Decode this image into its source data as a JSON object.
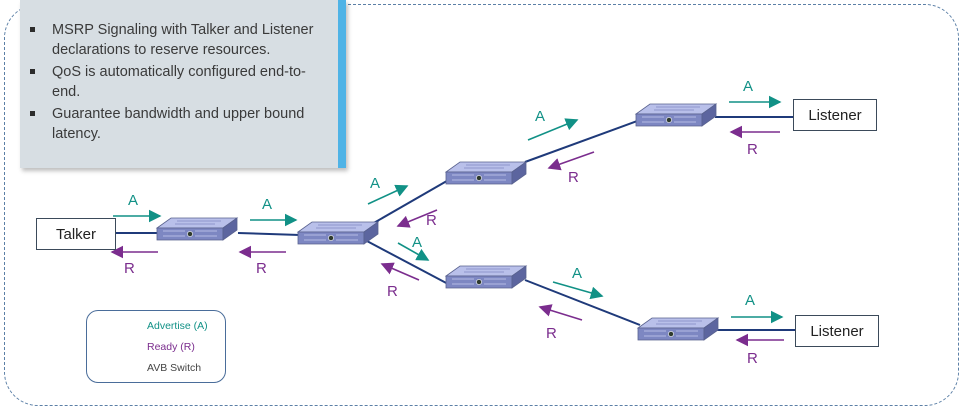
{
  "callout": {
    "bullets": [
      "MSRP Signaling with Talker and Listener declarations to reserve resources.",
      "QoS is automatically configured end-to-end.",
      "Guarantee bandwidth and upper bound latency."
    ]
  },
  "nodes": {
    "talker": "Talker",
    "listener_top": "Listener",
    "listener_bottom": "Listener"
  },
  "labels": {
    "advertise": "A",
    "ready": "R"
  },
  "legend": {
    "advertise": "Advertise (A)",
    "ready": "Ready (R)",
    "switch": "AVB Switch"
  },
  "colors": {
    "advertise": "#119186",
    "ready": "#7b2d8e",
    "link": "#1f3a7a",
    "callout_bar": "#4fb3e6"
  }
}
